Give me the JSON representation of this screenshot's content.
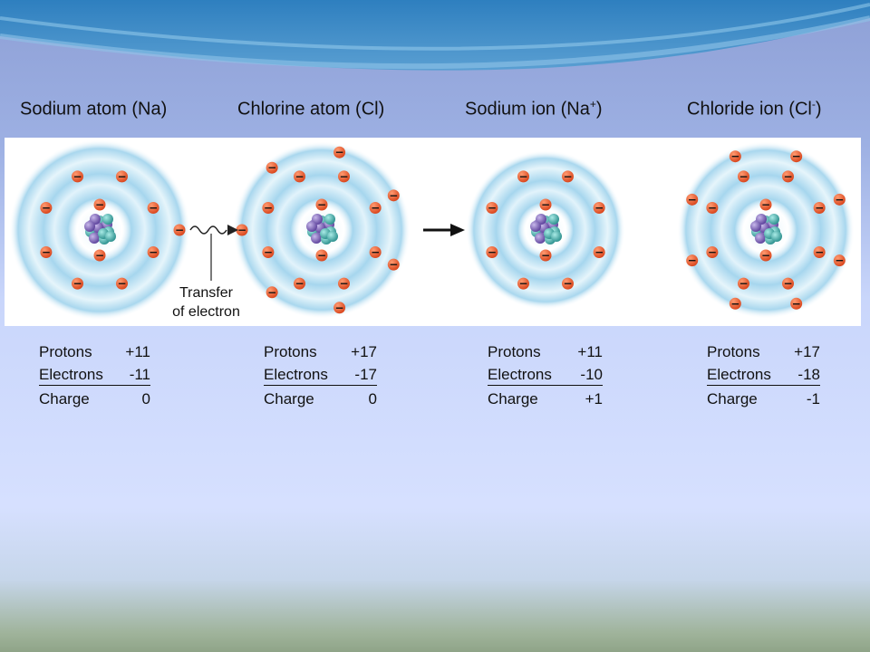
{
  "atoms": [
    {
      "title_main": "Sodium atom (Na)",
      "title_sup": "",
      "title_close": "",
      "stats": {
        "protons_label": "Protons",
        "protons": "+11",
        "electrons_label": "Electrons",
        "electrons": "-11",
        "charge_label": "Charge",
        "charge": "0"
      }
    },
    {
      "title_main": "Chlorine atom (Cl)",
      "title_sup": "",
      "title_close": "",
      "stats": {
        "protons_label": "Protons",
        "protons": "+17",
        "electrons_label": "Electrons",
        "electrons": "-17",
        "charge_label": "Charge",
        "charge": "0"
      }
    },
    {
      "title_main": "Sodium ion (Na",
      "title_sup": "+",
      "title_close": ")",
      "stats": {
        "protons_label": "Protons",
        "protons": "+11",
        "electrons_label": "Electrons",
        "electrons": "-10",
        "charge_label": "Charge",
        "charge": "+1"
      }
    },
    {
      "title_main": "Chloride ion (Cl",
      "title_sup": "-",
      "title_close": ")",
      "stats": {
        "protons_label": "Protons",
        "protons": "+17",
        "electrons_label": "Electrons",
        "electrons": "-18",
        "charge_label": "Charge",
        "charge": "-1"
      }
    }
  ],
  "transfer": {
    "line1": "Transfer",
    "line2": "of electron"
  },
  "electron_symbol": "−",
  "colors": {
    "electron": "#e8572a",
    "shell_glow": "#9fd4ec",
    "nucleus_purple": "#7a5fb4",
    "nucleus_teal": "#3fb3b0"
  },
  "shell_electron_counts": [
    [
      2,
      8,
      1
    ],
    [
      2,
      8,
      7
    ],
    [
      2,
      8
    ],
    [
      2,
      8,
      8
    ]
  ]
}
